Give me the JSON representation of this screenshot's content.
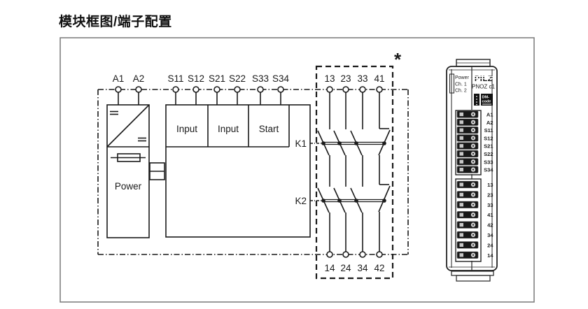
{
  "title": "模块框图/端子配置",
  "schematic": {
    "top_terminals": [
      "A1",
      "A2",
      "S11",
      "S12",
      "S21",
      "S22",
      "S33",
      "S34"
    ],
    "power_block_label": "Power",
    "function_blocks": [
      "Input",
      "Input",
      "Start"
    ],
    "relay_labels": [
      "K1",
      "K2"
    ],
    "contact_terminals_top": [
      "13",
      "23",
      "33",
      "41"
    ],
    "contact_terminals_bottom": [
      "14",
      "24",
      "34",
      "42"
    ],
    "footnote_marker": "*"
  },
  "device": {
    "brand": "PILZ",
    "model": "PNOZ c1",
    "led_labels": [
      "Power",
      "Ch. 1",
      "Ch. 2"
    ],
    "dm_code_line1": "DM-",
    "dm_code_line2": "code",
    "terminal_labels_upper": [
      "A1",
      "A2",
      "S11",
      "S12",
      "S21",
      "S22",
      "S33",
      "S34"
    ],
    "terminal_labels_lower": [
      "13",
      "23",
      "33",
      "41",
      "42",
      "34",
      "24",
      "14"
    ]
  },
  "colors": {
    "line": "#1a1a1a",
    "outer_frame": "#787878",
    "background": "#ffffff"
  }
}
